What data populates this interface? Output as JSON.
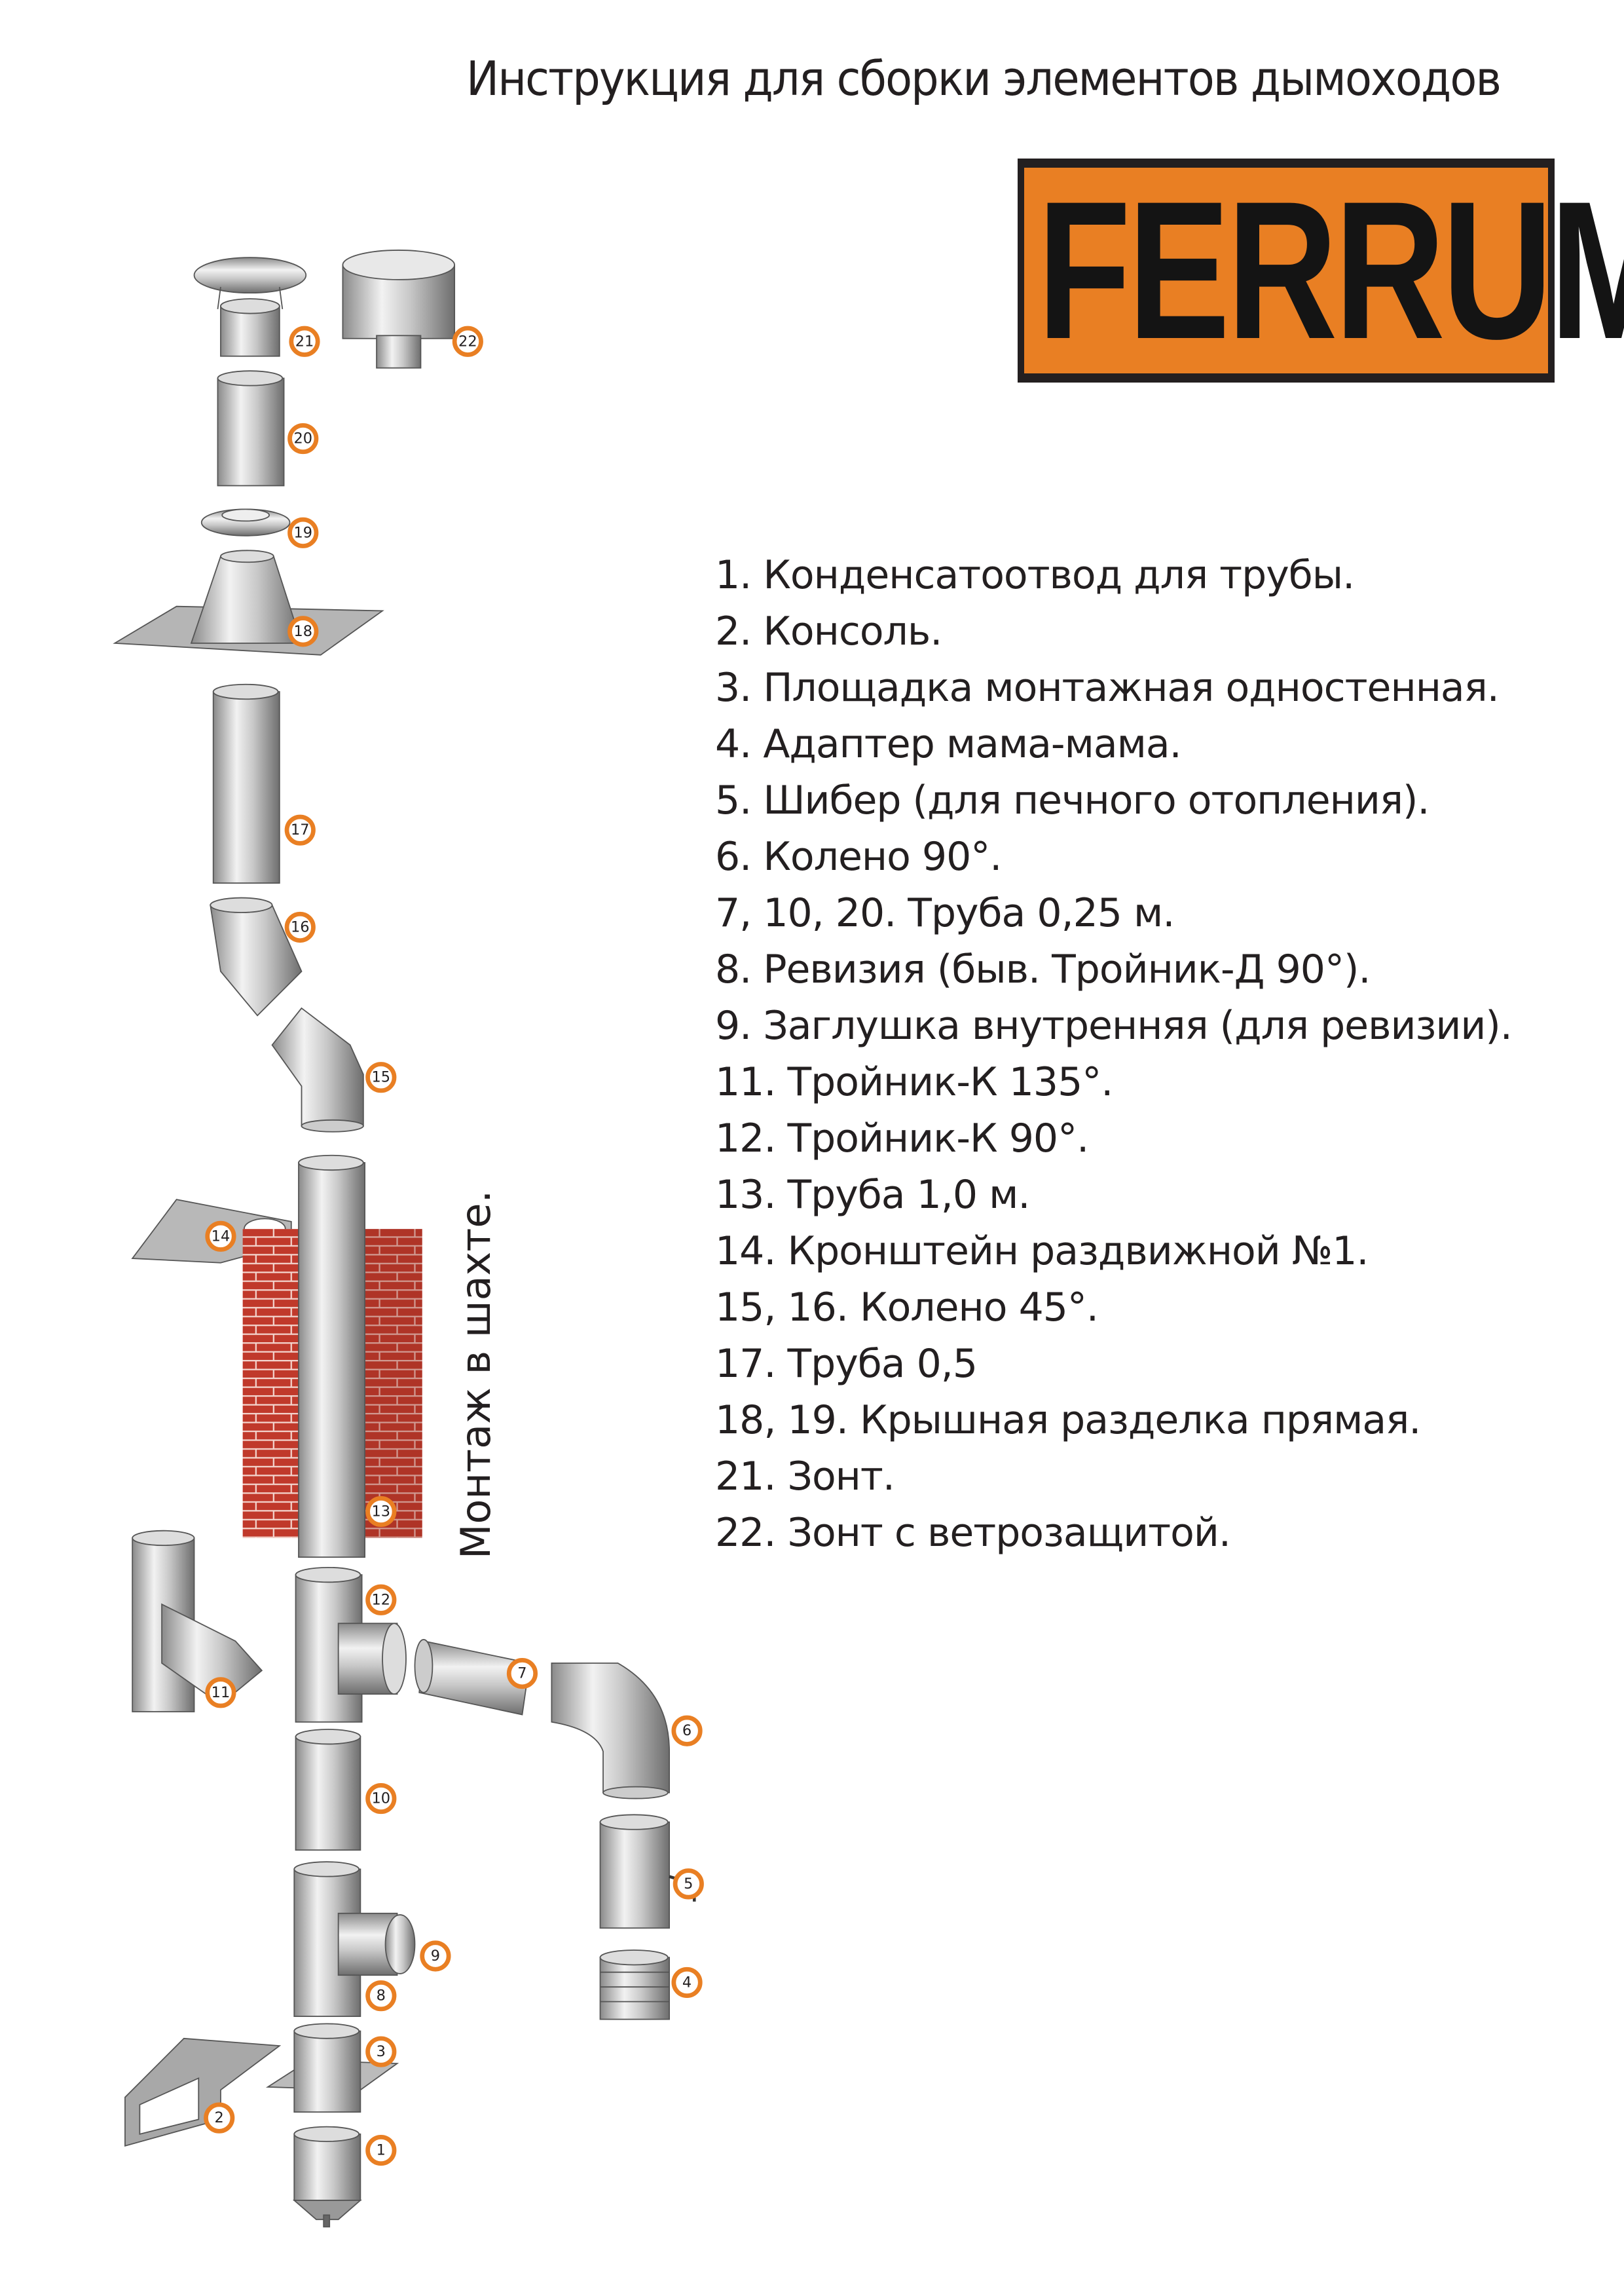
{
  "title": "Инструкция для сборки элементов дымоходов",
  "logo": {
    "text": "FERRUM",
    "bg_color": "#e97f23",
    "fg_color": "#141414"
  },
  "side_label": "Монтаж в шахте.",
  "legend": [
    "1. Конденсатоотвод для трубы.",
    "2. Консоль.",
    "3. Площадка монтажная одностенная.",
    "4. Адаптер мама-мама.",
    "5. Шибер (для печного отопления).",
    "6. Колено 90°.",
    "7, 10, 20. Труба 0,25 м.",
    "8. Ревизия (быв. Тройник-Д 90°).",
    "9. Заглушка внутренняя (для ревизии).",
    "11. Тройник-К 135°.",
    "12. Тройник-К 90°.",
    "13. Труба 1,0 м.",
    "14. Кронштейн раздвижной №1.",
    "15, 16. Колено 45°.",
    "17. Труба 0,5",
    "18, 19. Крышная разделка прямая.",
    "21. Зонт.",
    "22. Зонт с ветрозащитой."
  ],
  "badges": {
    "b1": "1",
    "b2": "2",
    "b3": "3",
    "b4": "4",
    "b5": "5",
    "b6": "6",
    "b7": "7",
    "b8": "8",
    "b9": "9",
    "b10": "10",
    "b11": "11",
    "b12": "12",
    "b13": "13",
    "b14": "14",
    "b15": "15",
    "b16": "16",
    "b17": "17",
    "b18": "18",
    "b19": "19",
    "b20": "20",
    "b21": "21",
    "b22": "22"
  },
  "accent_color": "#e97f23",
  "brick_color": "#c0392b"
}
